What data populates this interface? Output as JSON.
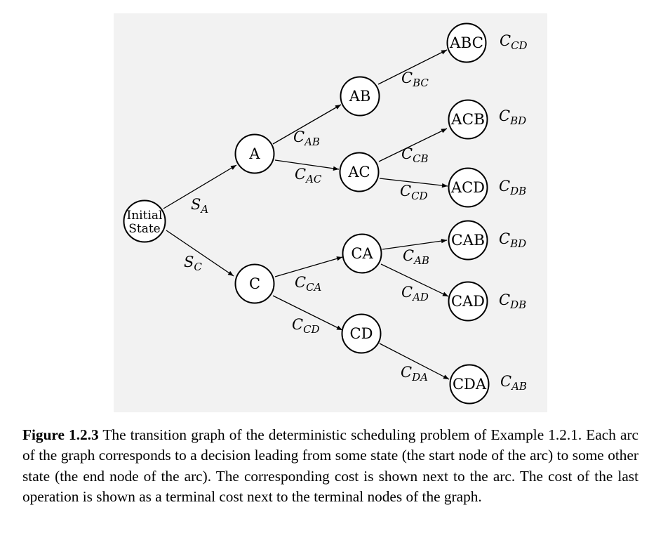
{
  "nodes": {
    "initial": [
      "Initial",
      "State"
    ],
    "A": "A",
    "C": "C",
    "AB": "AB",
    "AC": "AC",
    "CA": "CA",
    "CD": "CD",
    "ABC": "ABC",
    "ACB": "ACB",
    "ACD": "ACD",
    "CAB": "CAB",
    "CAD": "CAD",
    "CDA": "CDA"
  },
  "arc_costs": {
    "initial_A": {
      "base": "S",
      "sub": "A"
    },
    "initial_C": {
      "base": "S",
      "sub": "C"
    },
    "A_AB": {
      "base": "C",
      "sub": "AB"
    },
    "A_AC": {
      "base": "C",
      "sub": "AC"
    },
    "C_CA": {
      "base": "C",
      "sub": "CA"
    },
    "C_CD": {
      "base": "C",
      "sub": "CD"
    },
    "AB_ABC": {
      "base": "C",
      "sub": "BC"
    },
    "AC_ACB": {
      "base": "C",
      "sub": "CB"
    },
    "AC_ACD": {
      "base": "C",
      "sub": "CD"
    },
    "CA_CAB": {
      "base": "C",
      "sub": "AB"
    },
    "CA_CAD": {
      "base": "C",
      "sub": "AD"
    },
    "CD_CDA": {
      "base": "C",
      "sub": "DA"
    }
  },
  "terminal_costs": {
    "ABC": {
      "base": "C",
      "sub": "CD"
    },
    "ACB": {
      "base": "C",
      "sub": "BD"
    },
    "ACD": {
      "base": "C",
      "sub": "DB"
    },
    "CAB": {
      "base": "C",
      "sub": "BD"
    },
    "CAD": {
      "base": "C",
      "sub": "DB"
    },
    "CDA": {
      "base": "C",
      "sub": "AB"
    }
  },
  "caption": {
    "label": "Figure 1.2.3",
    "text": "The transition graph of the deterministic scheduling problem of Example 1.2.1. Each arc of the graph corresponds to a decision leading from some state (the start node of the arc) to some other state (the end node of the arc). The corresponding cost is shown next to the arc. The cost of the last operation is shown as a terminal cost next to the terminal nodes of the graph."
  }
}
